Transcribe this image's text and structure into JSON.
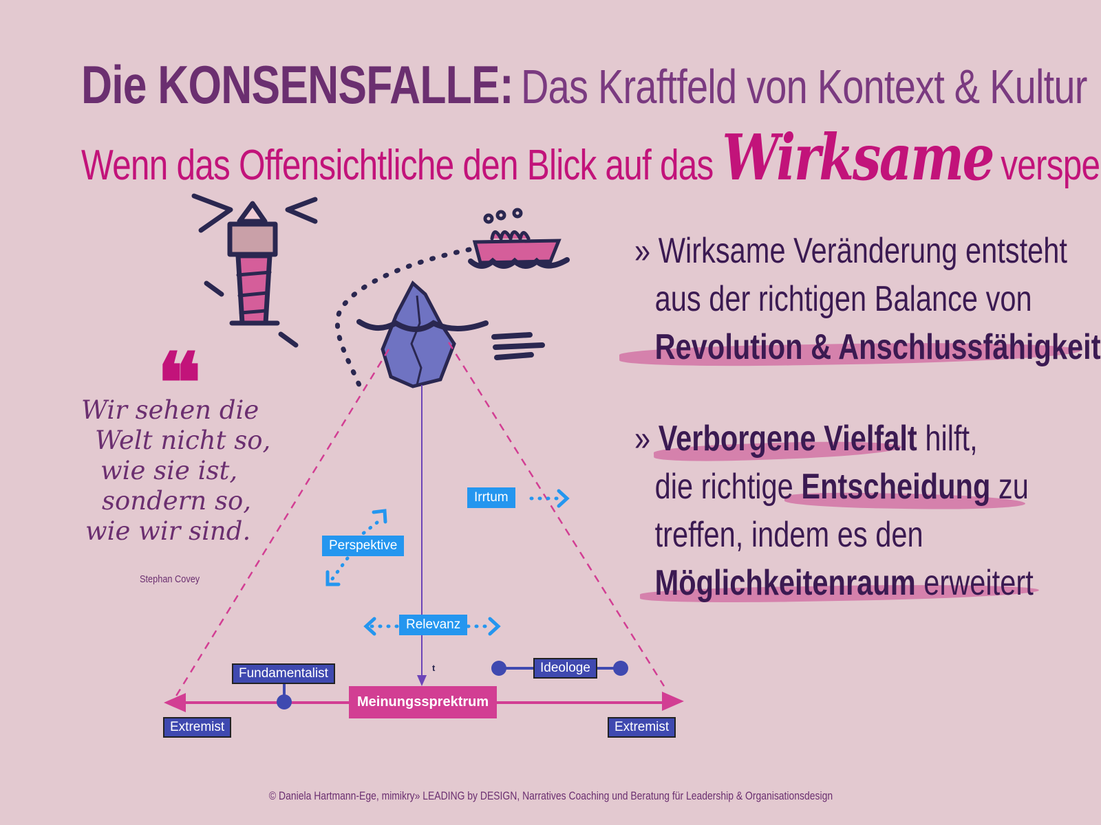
{
  "title": {
    "bold": "Die KONSENSFALLE:",
    "rest": "Das Kraftfeld von Kontext & Kultur"
  },
  "subtitle": {
    "before": "Wenn das Offensichtliche den Blick auf das",
    "highlight": "Wirksame",
    "after": "versperrt"
  },
  "statements": {
    "first": {
      "line1": "» Wirksame Veränderung entsteht",
      "line2": "aus der richtigen Balance von",
      "line3_bold": "Revolution & Anschlussfähigkeit"
    },
    "second": {
      "prefix": "» ",
      "bold1": "Verborgene Vielfalt",
      "text1": " hilft,",
      "line2_text": "die  richtige ",
      "bold2": "Entscheidung",
      "line2_end": " zu",
      "line3": "treffen, indem es den",
      "bold3": "Möglichkeitenraum",
      "line4_end": " erweitert"
    }
  },
  "quote": {
    "mark": "❝",
    "lines": [
      "Wir sehen die",
      "Welt nicht so,",
      "wie sie ist,",
      "sondern so,",
      "wie wir sind."
    ],
    "author": "Stephan Covey"
  },
  "diagram": {
    "perspektive": "Perspektive",
    "irrtum": "Irrtum",
    "relevanz": "Relevanz",
    "ideologe": "Ideologe",
    "fundamentalist": "Fundamentalist",
    "spektrum": "Meinungssprektrum",
    "extremist_left": "Extremist",
    "extremist_right": "Extremist",
    "axis_t": "t"
  },
  "colors": {
    "background": "#e3c9d0",
    "title_purple": "#6b2f70",
    "magenta": "#c2137a",
    "navy_text": "#3b1a52",
    "label_blue": "#3f49b0",
    "label_sky": "#2496ef",
    "spectrum_pink": "#d23e93",
    "iceberg": "#6f73c2"
  },
  "icons": [
    "lighthouse-icon",
    "ship-icon",
    "iceberg-icon",
    "quote-icon"
  ],
  "footer": "© Daniela Hartmann-Ege,  mimikry» LEADING by DESIGN, Narratives Coaching und Beratung für Leadership & Organisationsdesign"
}
